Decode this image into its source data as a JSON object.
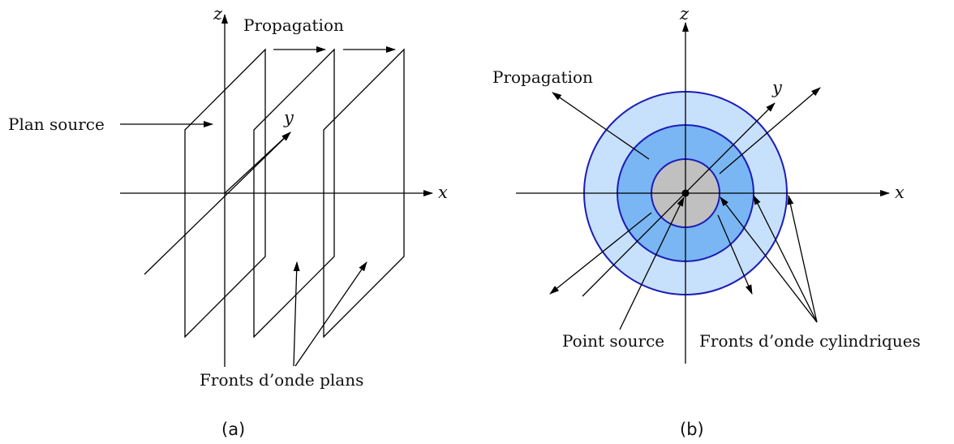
{
  "colors": {
    "plane_source": "#c0c0c0",
    "wavefront_plane": "#80bdf9",
    "ring_outer": "#c7e0fb",
    "ring_middle": "#79b6f3",
    "circle_stroke": "#1c1cb8",
    "lines": "#000000"
  },
  "panel_a": {
    "axis_z": "z",
    "axis_y": "y",
    "axis_x": "x",
    "propagation": "Propagation",
    "source_label": "Plan source",
    "wavefronts_label": "Fronts d’onde plans",
    "caption": "(a)"
  },
  "panel_b": {
    "axis_z": "z",
    "axis_y": "y",
    "axis_x": "x",
    "propagation": "Propagation",
    "source_label": "Point source",
    "wavefronts_label": "Fronts d’onde cylindriques",
    "caption": "(b)"
  }
}
